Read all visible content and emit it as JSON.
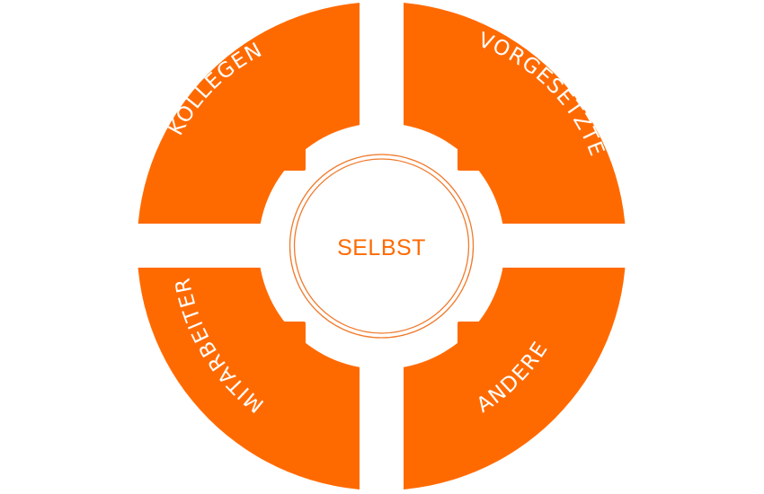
{
  "diagram": {
    "title": "",
    "center": {
      "label": "SELBST"
    },
    "segments": [
      {
        "id": "top-left",
        "label": "KOLLEGEN"
      },
      {
        "id": "top-right",
        "label": "VORGESETZTE"
      },
      {
        "id": "bottom-left",
        "label": "MITARBEITER"
      },
      {
        "id": "bottom-right",
        "label": "ANDERE"
      }
    ],
    "colors": {
      "accent": "#FF6A00",
      "segment_text": "#FFFFFF",
      "background": "#FFFFFF",
      "center_ring": "#F07A2C"
    }
  }
}
